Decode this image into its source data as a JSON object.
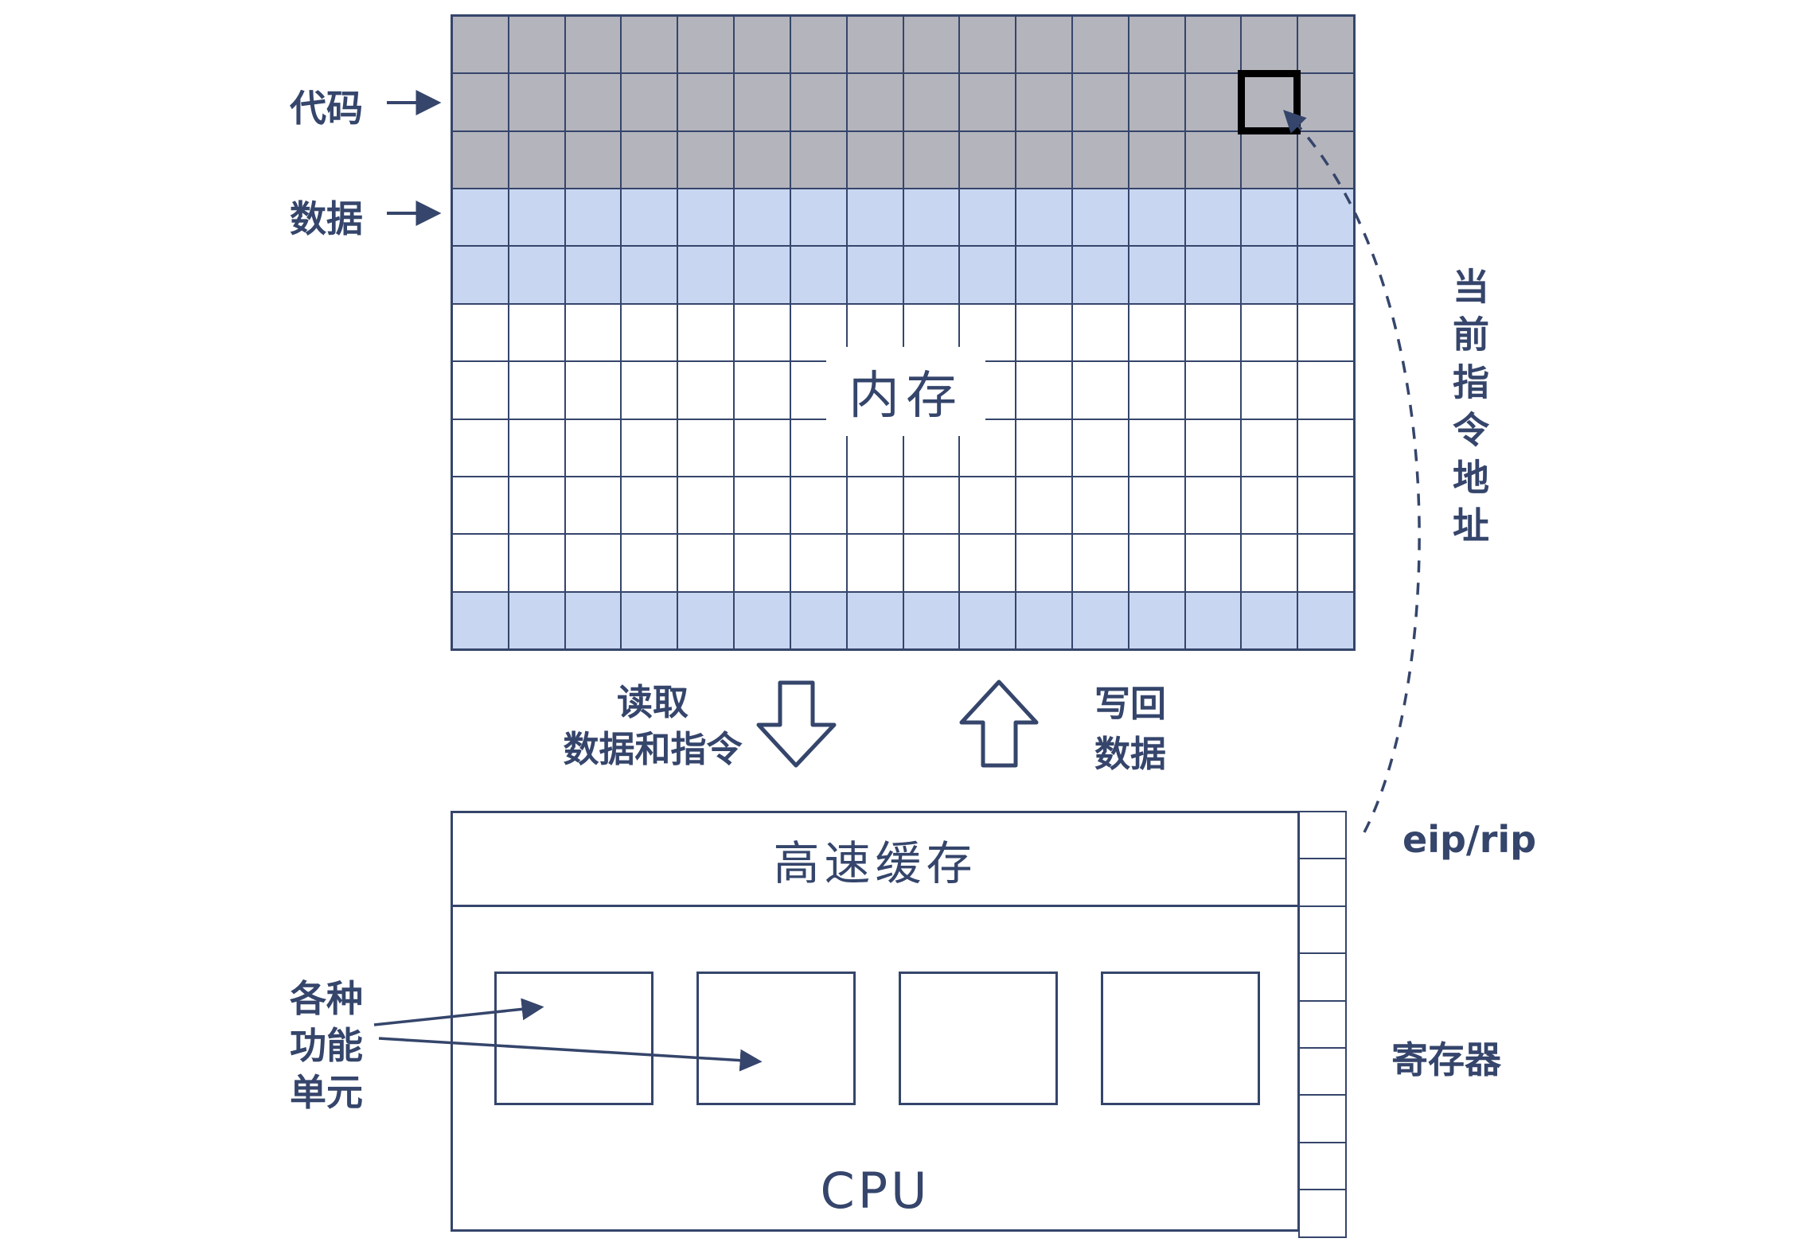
{
  "colors": {
    "ink": "#35456b",
    "gray_fill": "#b4b4bc",
    "blue_fill": "#c8d6f1",
    "white_fill": "#ffffff",
    "highlight": "#000000"
  },
  "memory": {
    "label": "内存",
    "cols": 16,
    "row_colors": [
      "gray",
      "gray",
      "gray",
      "blue",
      "blue",
      "white",
      "white",
      "white",
      "white",
      "white",
      "blue"
    ],
    "highlight_cell": {
      "row": 1,
      "col": 14
    }
  },
  "cpu": {
    "cache_label": "高速缓存",
    "cpu_label": "CPU",
    "functional_units": 4,
    "register_cells": 9
  },
  "labels": {
    "code": "代码",
    "data": "数据",
    "read": "读取\n数据和指令",
    "write": "写回\n数据",
    "units": "各种\n功能\n单元",
    "current_instruction": "当前指令地址",
    "eip_rip": "eip/rip",
    "registers": "寄存器"
  }
}
